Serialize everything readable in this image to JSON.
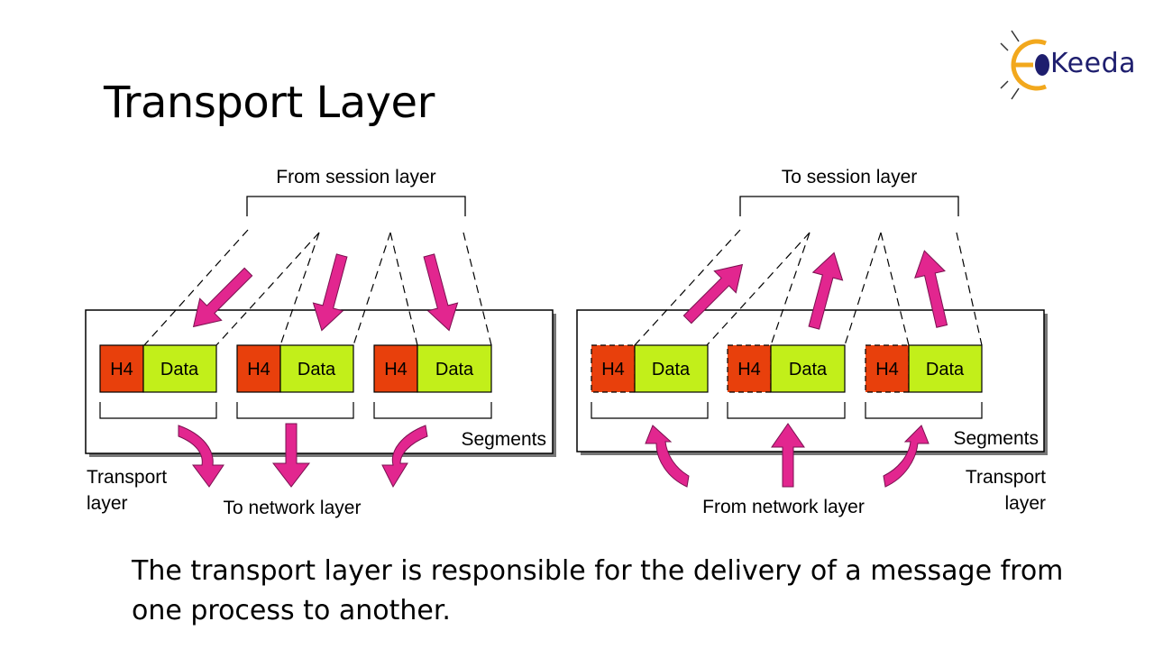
{
  "slide": {
    "title": "Transport Layer",
    "description": "The transport layer is responsible for the delivery  of a message from one process to another."
  },
  "logo": {
    "text": "Keeda",
    "icon": "e-keeda-logo-icon"
  },
  "colors": {
    "header": "#e8400c",
    "data": "#c2ef1a",
    "arrow": "#e2268f"
  },
  "sender": {
    "top_label": "From session layer",
    "segments_label": "Segments",
    "layer_label_line1": "Transport",
    "layer_label_line2": "layer",
    "bottom_label": "To network layer",
    "packets": [
      {
        "header": "H4",
        "data": "Data"
      },
      {
        "header": "H4",
        "data": "Data"
      },
      {
        "header": "H4",
        "data": "Data"
      }
    ]
  },
  "receiver": {
    "top_label": "To session layer",
    "segments_label": "Segments",
    "layer_label_line1": "Transport",
    "layer_label_line2": "layer",
    "bottom_label": "From network layer",
    "packets": [
      {
        "header": "H4",
        "data": "Data"
      },
      {
        "header": "H4",
        "data": "Data"
      },
      {
        "header": "H4",
        "data": "Data"
      }
    ]
  }
}
